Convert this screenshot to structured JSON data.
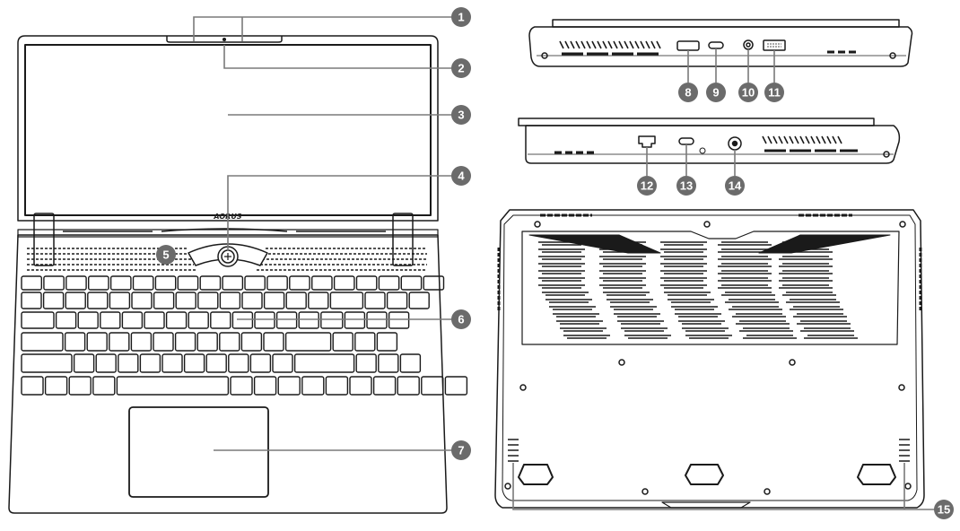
{
  "brand_text": "AORUS",
  "colors": {
    "outline": "#1a1a1a",
    "callout_fill": "#6b6b6b",
    "leader": "#7a7a7a",
    "background": "#ffffff"
  },
  "callouts": [
    {
      "id": 1,
      "label": "1",
      "part": "webcam-and-microphones"
    },
    {
      "id": 2,
      "label": "2",
      "part": "webcam-indicator"
    },
    {
      "id": 3,
      "label": "3",
      "part": "display"
    },
    {
      "id": 4,
      "label": "4",
      "part": "power-button"
    },
    {
      "id": 5,
      "label": "5",
      "part": "speaker-grille"
    },
    {
      "id": 6,
      "label": "6",
      "part": "keyboard"
    },
    {
      "id": 7,
      "label": "7",
      "part": "touchpad"
    },
    {
      "id": 8,
      "label": "8",
      "part": "hdmi-port"
    },
    {
      "id": 9,
      "label": "9",
      "part": "usb-type-c-port"
    },
    {
      "id": 10,
      "label": "10",
      "part": "audio-jack"
    },
    {
      "id": 11,
      "label": "11",
      "part": "usb-a-port"
    },
    {
      "id": 12,
      "label": "12",
      "part": "ethernet-port"
    },
    {
      "id": 13,
      "label": "13",
      "part": "usb-type-c-port"
    },
    {
      "id": 14,
      "label": "14",
      "part": "dc-in-jack"
    },
    {
      "id": 15,
      "label": "15",
      "part": "bottom-speakers"
    }
  ],
  "port_icons": [
    "hdmi-icon",
    "usb-c-icon",
    "audio-icon",
    "usb-icon",
    "lan-icon",
    "thunderbolt-icon",
    "power-icon"
  ]
}
